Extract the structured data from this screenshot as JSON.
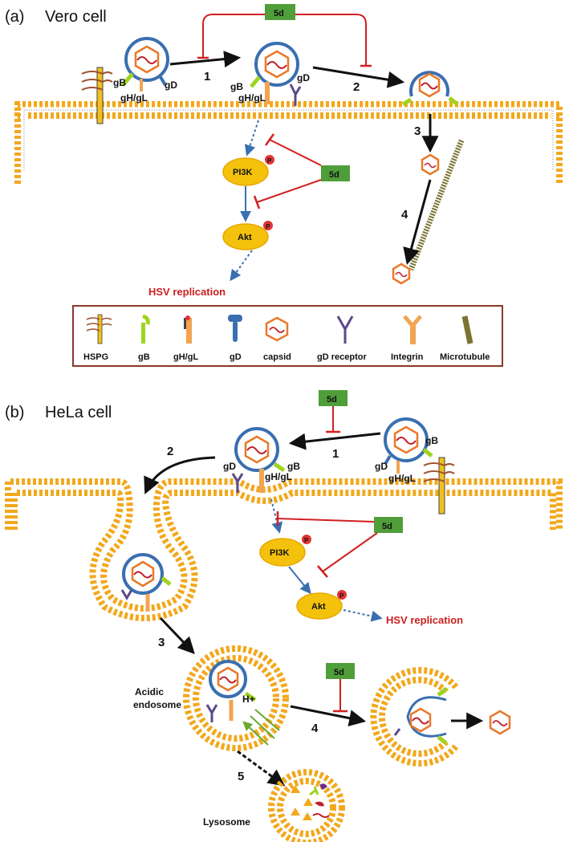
{
  "panel_a": {
    "tag": "(a)",
    "title": "Vero cell",
    "steps": [
      "1",
      "2",
      "3",
      "4"
    ],
    "glyco_labels": {
      "gB": "gB",
      "gHgL": "gH/gL",
      "gD": "gD"
    },
    "inhibitor": "5d",
    "pi3k": "PI3K",
    "akt": "Akt",
    "phospho": "P",
    "replication": "HSV replication"
  },
  "legend": {
    "items": [
      "HSPG",
      "gB",
      "gH/gL",
      "gD",
      "capsid",
      "gD receptor",
      "Integrin",
      "Microtubule"
    ]
  },
  "panel_b": {
    "tag": "(b)",
    "title": "HeLa cell",
    "steps": [
      "1",
      "2",
      "3",
      "4",
      "5"
    ],
    "glyco_labels": {
      "gB": "gB",
      "gHgL": "gH/gL",
      "gD": "gD"
    },
    "inhibitor": "5d",
    "pi3k": "PI3K",
    "akt": "Akt",
    "phospho": "P",
    "replication": "HSV replication",
    "endosome": [
      "Acidic",
      "endosome"
    ],
    "proton": "H+",
    "lysosome": "Lysosome"
  },
  "colors": {
    "membrane_head": "#f2a81d",
    "virion": "#3a6fb0",
    "capsid": "#e8792b",
    "inhibit": "#d22020",
    "inhibitor_box": "#4f9e3a",
    "kinase": "#f4c20d",
    "phospho": "#e23333",
    "gB": "#9fd41e",
    "integrin": "#f2a450",
    "receptor": "#5a4a8a",
    "microtubule": "#7a7431",
    "hspg": "#a0522d",
    "legend_border": "#8a3a2a"
  }
}
